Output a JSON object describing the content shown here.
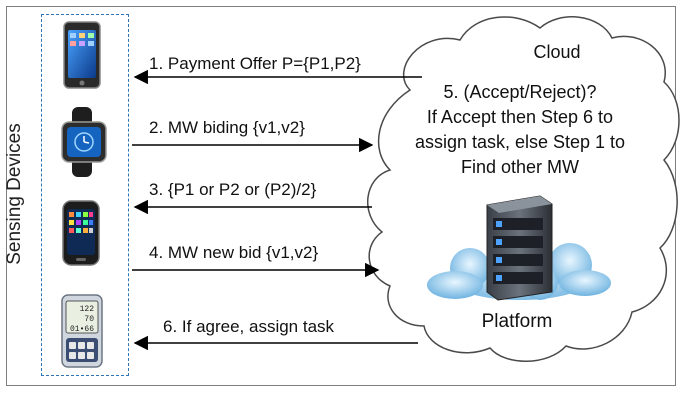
{
  "side_label": "Sensing Devices",
  "cloud": {
    "title": "Cloud",
    "decision_lines": [
      "5. (Accept/Reject)?",
      "If Accept then Step 6 to",
      "assign task, else Step 1 to",
      "Find other MW"
    ],
    "platform_label": "Platform"
  },
  "steps": [
    {
      "label": "1. Payment Offer P={P1,P2}",
      "direction": "to-device"
    },
    {
      "label": "2. MW biding {v1,v2}",
      "direction": "to-cloud"
    },
    {
      "label": "3. {P1 or P2 or (P2)/2}",
      "direction": "to-device"
    },
    {
      "label": "4. MW new bid {v1,v2}",
      "direction": "to-cloud"
    },
    {
      "label": "6. If agree, assign task",
      "direction": "to-device"
    }
  ],
  "devices": [
    "smartphone-icon",
    "smartwatch-icon",
    "phone-icon",
    "handheld-meter-icon"
  ],
  "meter_readout": [
    "122",
    "70",
    "01•66"
  ],
  "colors": {
    "border": "#7f7f7f",
    "dashed": "#2e75b6",
    "arrow": "#000000"
  }
}
